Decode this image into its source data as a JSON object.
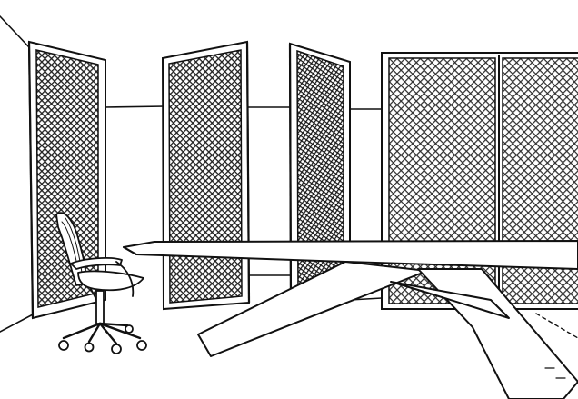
{
  "scene": {
    "subject": "sketch-interior",
    "colors": {
      "ink": "#111111",
      "paper": "#ffffff",
      "mesh": "#2a2a2a"
    },
    "elements": [
      "mesh-panel-left",
      "mesh-panel-center-left",
      "mesh-panel-center-right",
      "mesh-panel-right-double",
      "office-chair",
      "cantilever-table"
    ]
  }
}
